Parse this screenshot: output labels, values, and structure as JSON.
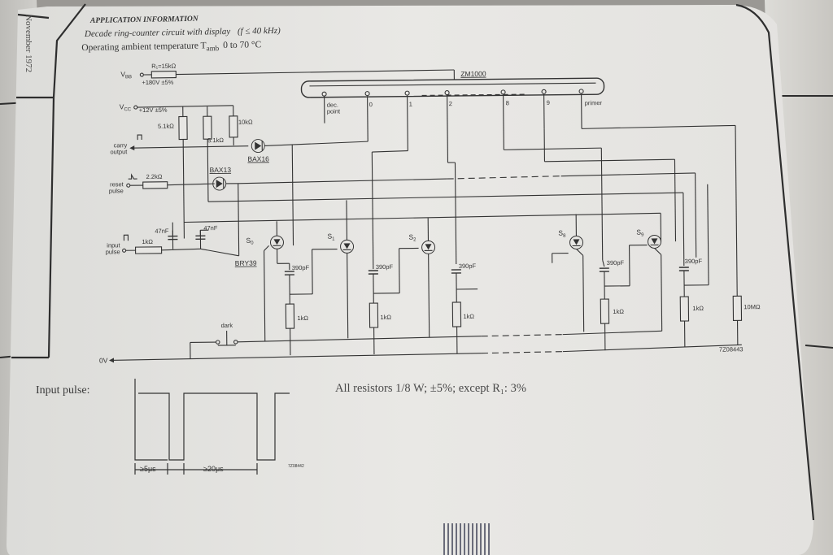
{
  "page": {
    "side_date": "November 1972",
    "heading": "APPLICATION INFORMATION",
    "subtitle": "Decade ring-counter circuit with display",
    "subtitle_freq": "(f ≤ 40 kHz)",
    "temp_line": "Operating ambient temperature T",
    "temp_sub": "amb",
    "temp_range": "0 to 70 °C"
  },
  "schematic": {
    "vbb": "V",
    "vbb_sub": "BB",
    "vbb_value": "+180V ±5%",
    "r1": "R₁=15kΩ",
    "vcc": "V",
    "vcc_sub": "CC",
    "vcc_value": "+12V ±5%",
    "tube": "ZM1000",
    "pins": [
      "dec. point",
      "0",
      "1",
      "2",
      "8",
      "9",
      "primer"
    ],
    "dec_point_line1": "dec.",
    "dec_point_line2": "point",
    "r_51k_a": "5.1kΩ",
    "r_51k_b": "5.1kΩ",
    "r_10k": "10kΩ",
    "carry_output_line1": "carry",
    "carry_output_line2": "output",
    "diode_bax16": "BAX16",
    "diode_bax13": "BAX13",
    "reset_pulse_line1": "reset",
    "reset_pulse_line2": "pulse",
    "r_22k": "2.2kΩ",
    "input_pulse_line1": "input",
    "input_pulse_line2": "pulse",
    "r_1k_in": "1kΩ",
    "cap_47nf_a": "47nF",
    "cap_47nf_b": "47nF",
    "bry39": "BRY39",
    "stage_labels": [
      "S",
      "S",
      "S",
      "S",
      "S"
    ],
    "stage_subs": [
      "0",
      "1",
      "2",
      "8",
      "9"
    ],
    "cap_390pf": [
      "390pF",
      "390pF",
      "390pF",
      "390pF",
      "390pF"
    ],
    "r_1k_stage": [
      "1kΩ",
      "1kΩ",
      "1kΩ",
      "1kΩ",
      "1kΩ"
    ],
    "r_10m": "10MΩ",
    "dark": "dark",
    "zero_v": "0V",
    "fig_code_1": "7Z08443",
    "fig_code_2": "7Z08442"
  },
  "waveform": {
    "label": "Input pulse:",
    "dim_1": "≥5μs",
    "dim_2": "≥20μs"
  },
  "note": "All resistors 1/8 W; ±5%; except R₁: 3%"
}
